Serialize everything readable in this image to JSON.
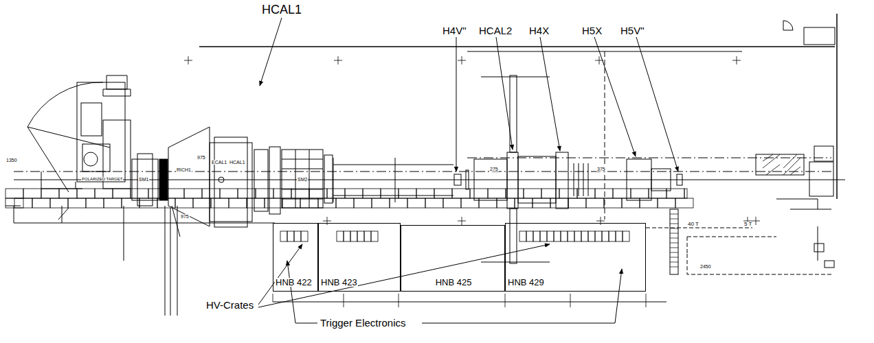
{
  "diagram": {
    "nodes": [
      {
        "text": [
          "HNB 422"
        ]
      },
      {
        "text": [
          "HNB 423"
        ]
      },
      {
        "text": [
          "HNB 425"
        ]
      },
      {
        "text": [
          "HNB 429"
        ]
      }
    ],
    "labels": [
      "HCAL1",
      "H4V\"",
      "HCAL2",
      "H4X",
      "H5X",
      "H5V\"",
      "HV-Crates",
      "Trigger Electronics",
      "SM1",
      "RICH1",
      "ECAL1",
      "HCAL1",
      "SM2",
      "1350",
      "975",
      "975",
      "275",
      "375",
      "40 T",
      "5 T",
      "2450",
      "POLARIZED TARGET"
    ]
  }
}
